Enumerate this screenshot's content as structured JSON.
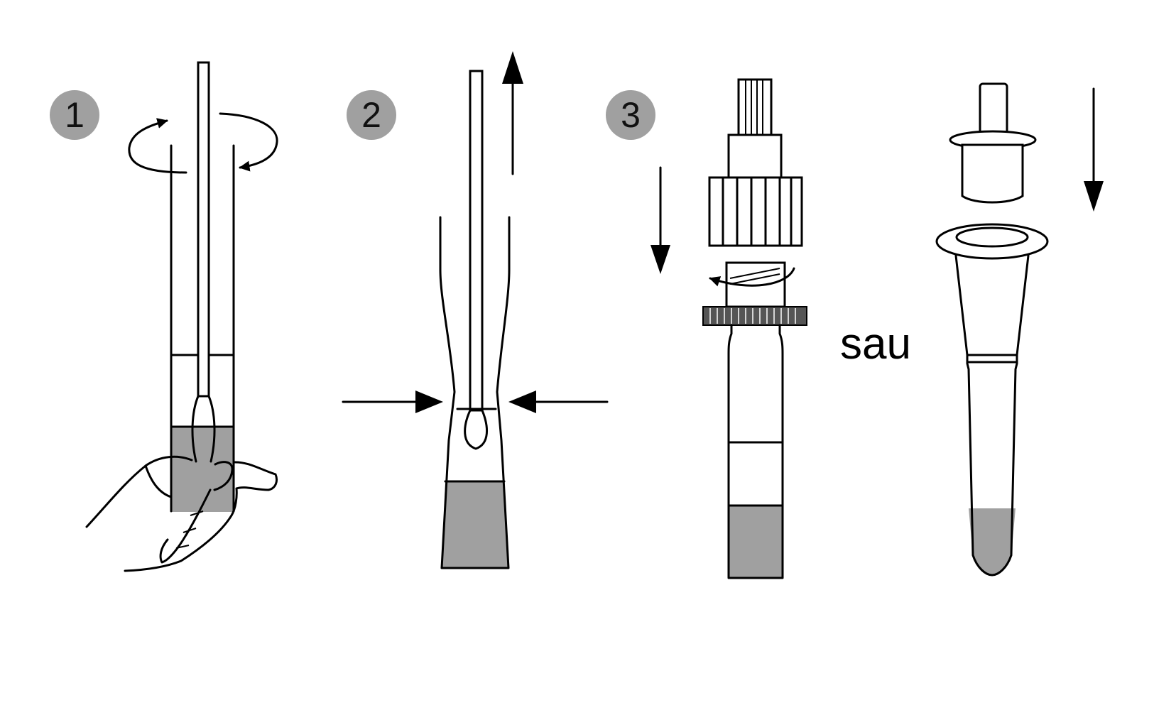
{
  "steps": [
    {
      "number": "1"
    },
    {
      "number": "2"
    },
    {
      "number": "3"
    }
  ],
  "connector_word": "sau",
  "colors": {
    "badge": "#a0a0a0",
    "liquid": "#a0a0a0",
    "line": "#000000",
    "background": "#ffffff"
  },
  "icons": [
    "rotate-arrows-icon",
    "hand-icon",
    "up-arrow-icon",
    "squeeze-arrows-icon",
    "down-arrow-icon"
  ]
}
